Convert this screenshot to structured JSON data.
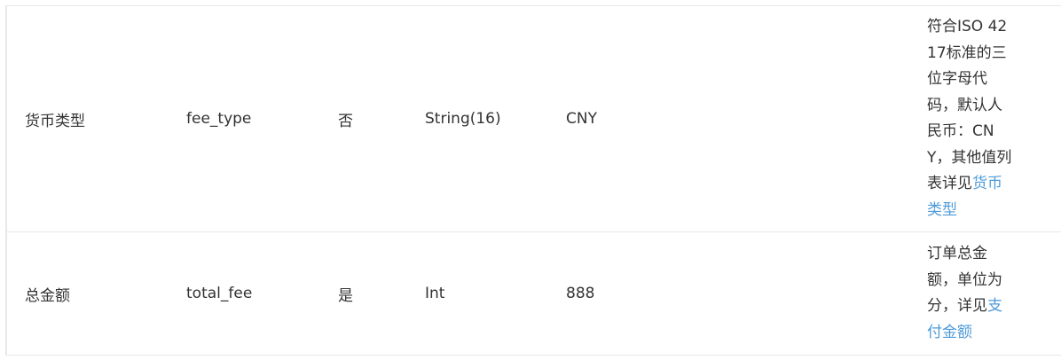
{
  "table": {
    "rows": [
      {
        "field_name": "货币类型",
        "variable": "fee_type",
        "required": "否",
        "type": "String(16)",
        "example": "CNY",
        "description_text": "符合ISO 4217标准的三位字母代码，默认人民币：CNY，其他值列表详见",
        "description_link": "货币类型"
      },
      {
        "field_name": "总金额",
        "variable": "total_fee",
        "required": "是",
        "type": "Int",
        "example": "888",
        "description_text": "订单总金额，单位为分，详见",
        "description_link": "支付金额"
      }
    ]
  },
  "colors": {
    "text": "#333333",
    "link": "#4e9ad8",
    "border": "#e8e8e8"
  }
}
